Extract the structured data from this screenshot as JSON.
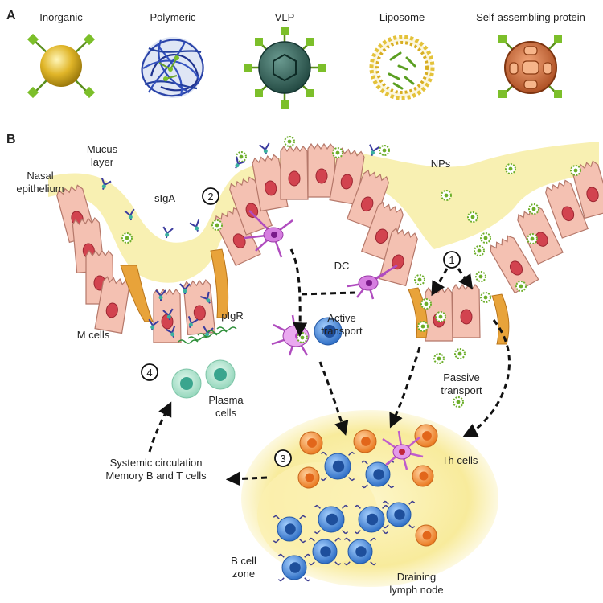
{
  "panel_a": {
    "letter": "A",
    "nanoparticles": [
      {
        "name": "Inorganic",
        "icon": "gold-sphere-icon"
      },
      {
        "name": "Polymeric",
        "icon": "polymer-mesh-icon"
      },
      {
        "name": "VLP",
        "icon": "virus-like-particle-icon"
      },
      {
        "name": "Liposome",
        "icon": "liposome-icon"
      },
      {
        "name": "Self-assembling protein",
        "icon": "protein-cage-icon"
      }
    ]
  },
  "panel_b": {
    "letter": "B",
    "labels": {
      "mucus_1": "Mucus",
      "mucus_2": "layer",
      "epithelium_1": "Nasal",
      "epithelium_2": "epithelium",
      "siga": "sIgA",
      "dc": "DC",
      "nps": "NPs",
      "m_cells": "M cells",
      "pigr": "pIgR",
      "active_1": "Active",
      "active_2": "transport",
      "passive_1": "Passive",
      "passive_2": "transport",
      "plasma_1": "Plasma",
      "plasma_2": "cells",
      "systemic_1": "Systemic circulation",
      "systemic_2": "Memory B and T cells",
      "th_cells": "Th cells",
      "b_zone_1": "B cell",
      "b_zone_2": "zone",
      "lymph_1": "Draining",
      "lymph_2": "lymph node"
    },
    "steps": [
      "1",
      "2",
      "3",
      "4"
    ]
  },
  "colors": {
    "mucus": "#f7eeaa",
    "epithelial_cell": "#f4c1b2",
    "nucleus": "#d2434f",
    "m_cell": "#e8a33a",
    "dendritic_cell": "#c45cc8",
    "b_cell": "#3d7fd6",
    "th_cell": "#f0862c",
    "plasma_cell": "#4fb49c",
    "lymph_node": "#f8eb9c",
    "nanoparticle": "#6cae2a"
  }
}
